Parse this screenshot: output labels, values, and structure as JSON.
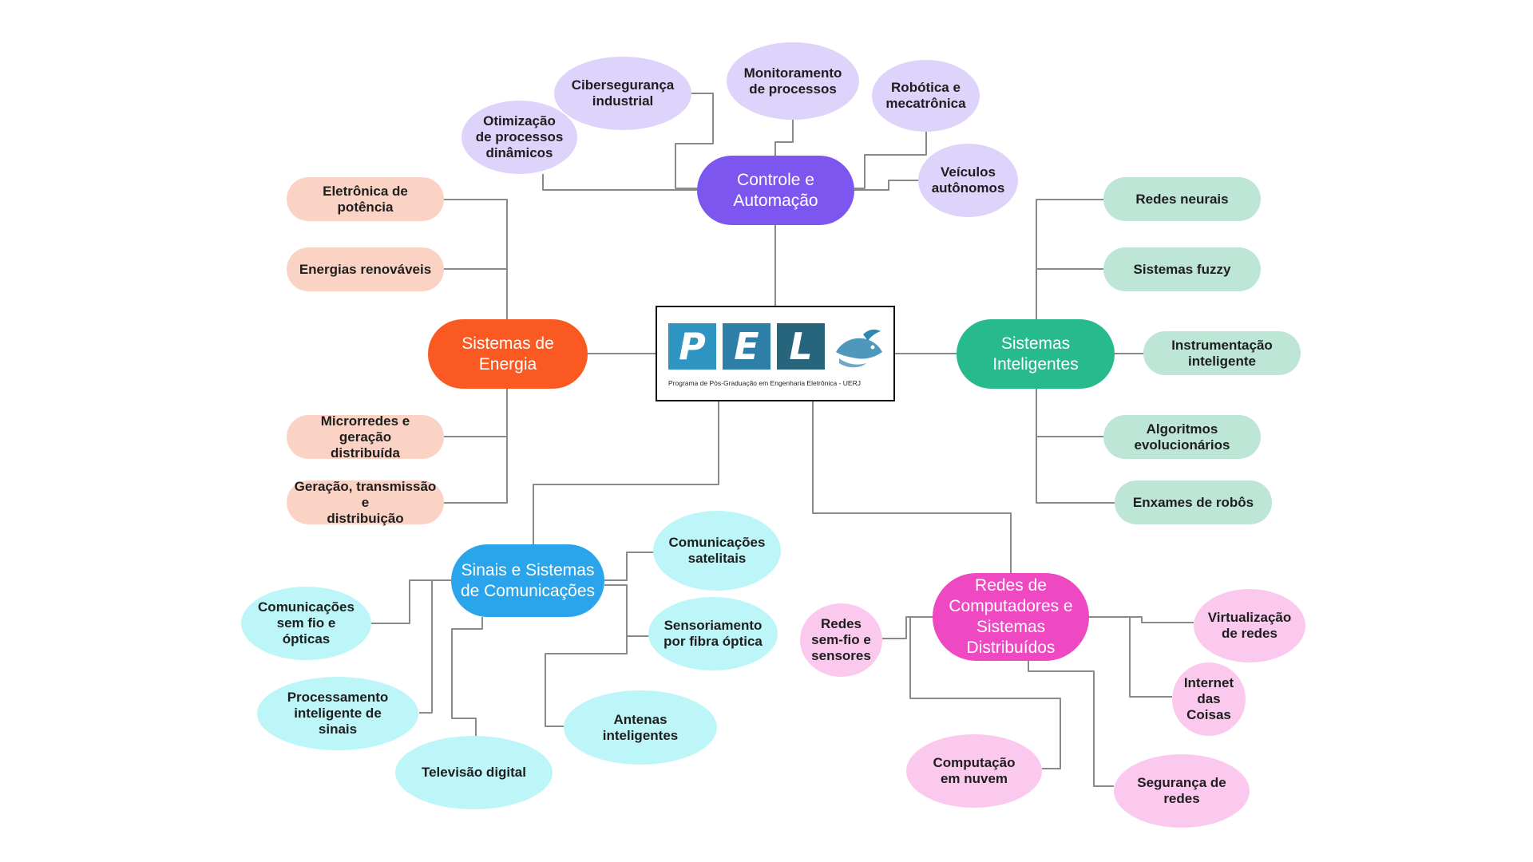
{
  "logo": {
    "letters": [
      "P",
      "E",
      "L"
    ],
    "subtitle": "Programa de Pós-Graduação em Engenharia Eletrônica - UERJ"
  },
  "hubs": {
    "control": "Controle e\nAutomação",
    "energy": "Sistemas de\nEnergia",
    "intelligent": "Sistemas\nInteligentes",
    "signals": "Sinais e Sistemas\nde Comunicações",
    "networks": "Redes de\nComputadores e\nSistemas\nDistribuídos"
  },
  "control_topics": {
    "cyber": "Cibersegurança\nindustrial",
    "monitoring": "Monitoramento\nde processos",
    "robotics": "Robótica e\nmecatrônica",
    "optimization": "Otimização\nde processos\ndinâmicos",
    "vehicles": "Veículos\nautônomos"
  },
  "energy_topics": {
    "power_electronics": "Eletrônica de potência",
    "renewables": "Energias renováveis",
    "microgrids": "Microrredes e geração\ndistribuída",
    "generation": "Geração, transmissão e\ndistribuição"
  },
  "intelligent_topics": {
    "neural": "Redes neurais",
    "fuzzy": "Sistemas fuzzy",
    "instrumentation": "Instrumentação\ninteligente",
    "evolutionary": "Algoritmos\nevolucionários",
    "swarms": "Enxames de robôs"
  },
  "signal_topics": {
    "satellite": "Comunicações\nsatelitais",
    "fiber": "Sensoriamento\npor fibra óptica",
    "antennas": "Antenas\ninteligentes",
    "wireless": "Comunicações\nsem fio e\nópticas",
    "processing": "Processamento\ninteligente de\nsinais",
    "tv": "Televisão digital"
  },
  "network_topics": {
    "sensors": "Redes\nsem-fio e\nsensores",
    "virtualization": "Virtualização\nde redes",
    "iot": "Internet\ndas\nCoisas",
    "cloud": "Computação\nem nuvem",
    "security": "Segurança de\nredes"
  },
  "colors": {
    "energy_hub": "#fa5a22",
    "control_hub": "#7d56f0",
    "intelligent_hub": "#26ba8c",
    "signal_hub": "#2aa4ea",
    "network_hub": "#ee49c2",
    "connector": "#8a8a8a"
  }
}
